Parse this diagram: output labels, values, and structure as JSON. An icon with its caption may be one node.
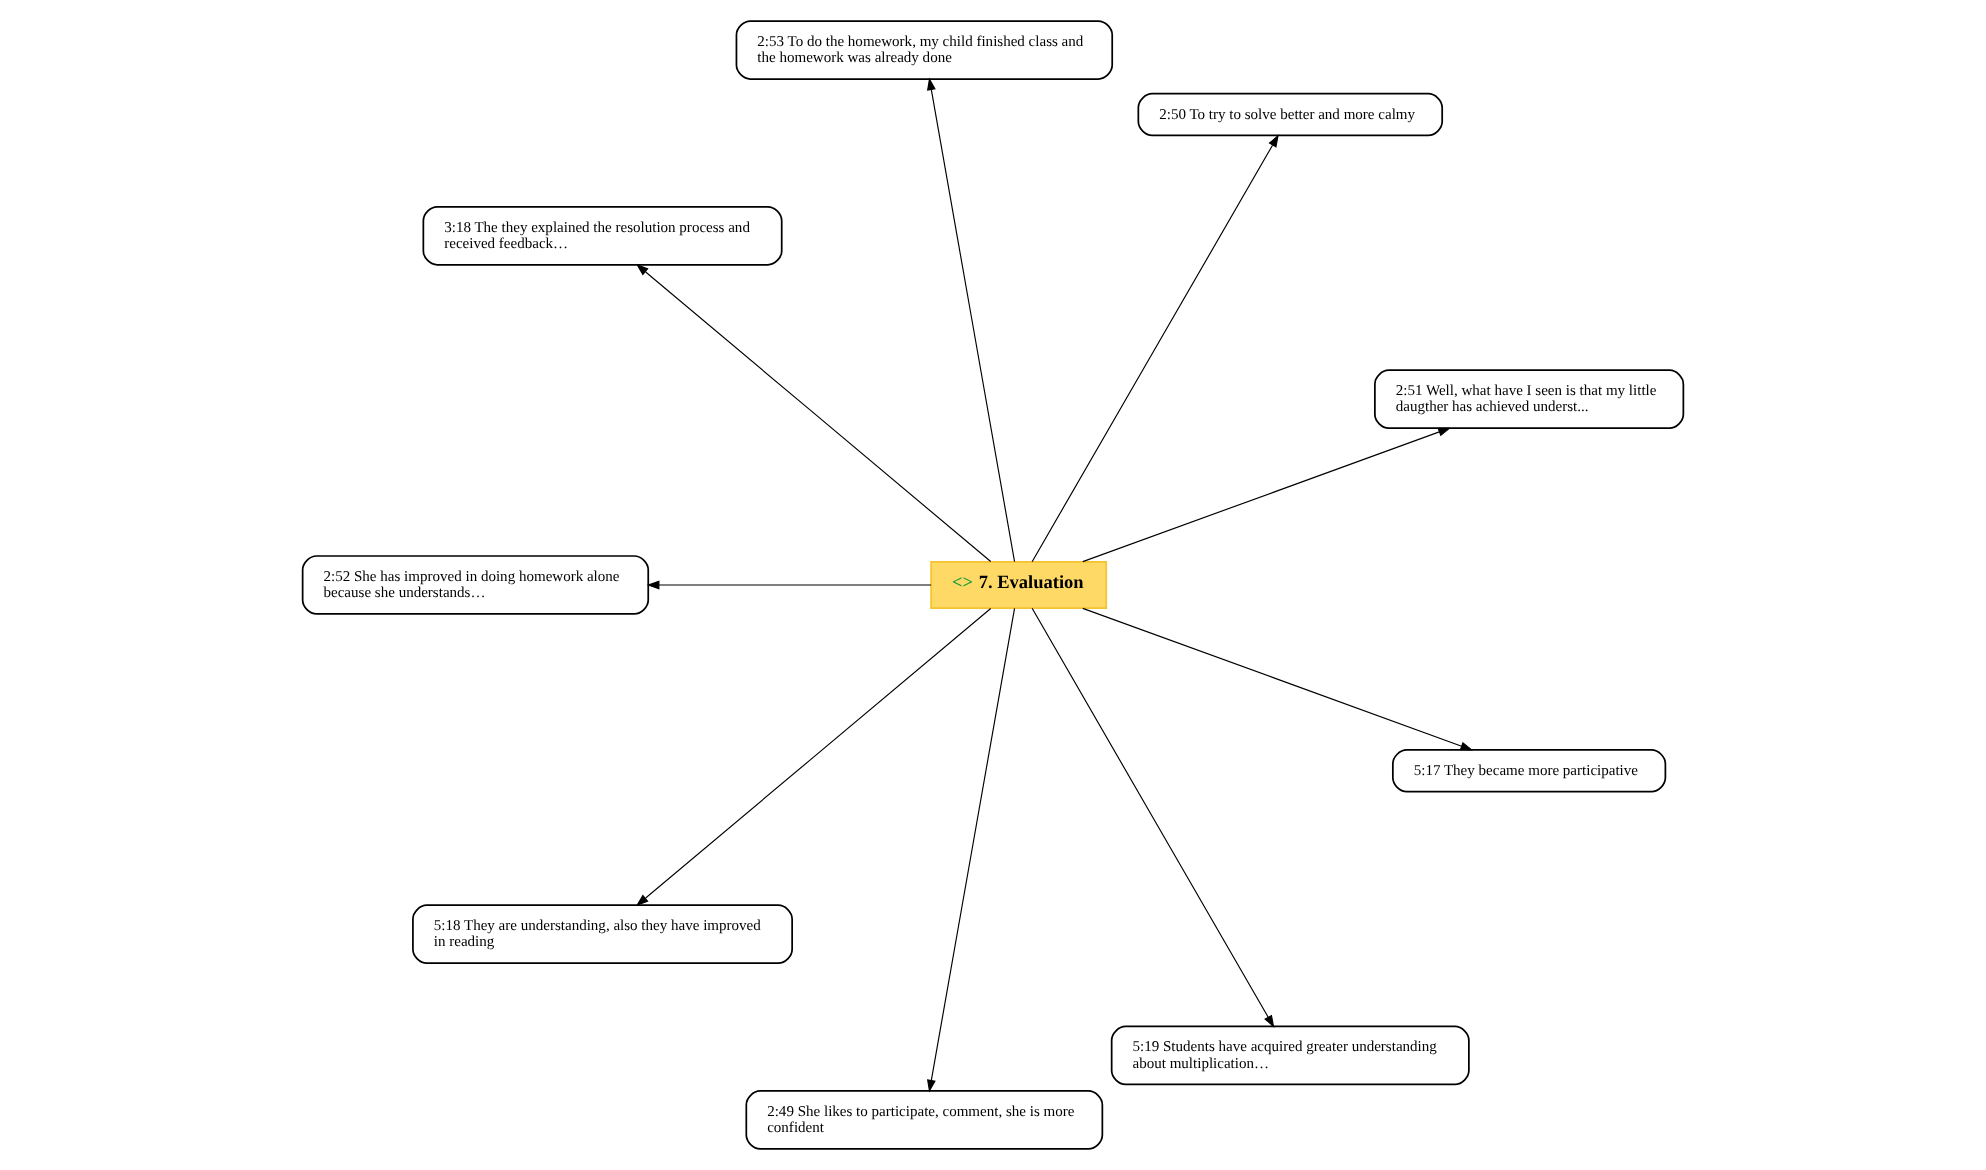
{
  "diagram": {
    "nodes": [
      {
        "text": [
          "2:51 Well, what have I seen is that my little daugther has achieved underst..."
        ]
      },
      {
        "text": [
          "2:50 To try to solve better and more calmy"
        ]
      },
      {
        "text": [
          "2:53 To do the homework, my child finished class and the homework was already done"
        ]
      },
      {
        "text": [
          "3:18 The they explained the resolution process and received feedback…"
        ]
      },
      {
        "text": [
          "<>",
          "7. Evaluation"
        ]
      },
      {
        "text": [
          "2:52 She has improved in doing homework alone because she understands…"
        ]
      },
      {
        "text": [
          "5:18 They are understanding, also they have improved in reading"
        ]
      },
      {
        "text": [
          "2:49 She likes to participate, comment, she is more confident"
        ]
      },
      {
        "text": [
          "5:19 Students have acquired greater understanding about multiplication…"
        ]
      },
      {
        "text": [
          "5:17 They became more participative"
        ]
      }
    ],
    "edges": [
      {
        "from": 4,
        "to": 0,
        "arrow": "to"
      },
      {
        "from": 4,
        "to": 1,
        "arrow": "to"
      },
      {
        "from": 4,
        "to": 2,
        "arrow": "to"
      },
      {
        "from": 4,
        "to": 3,
        "arrow": "to"
      },
      {
        "from": 4,
        "to": 5,
        "arrow": "to"
      },
      {
        "from": 4,
        "to": 6,
        "arrow": "to"
      },
      {
        "from": 4,
        "to": 7,
        "arrow": "to"
      },
      {
        "from": 4,
        "to": 8,
        "arrow": "to"
      },
      {
        "from": 4,
        "to": 9,
        "arrow": "to"
      }
    ]
  }
}
